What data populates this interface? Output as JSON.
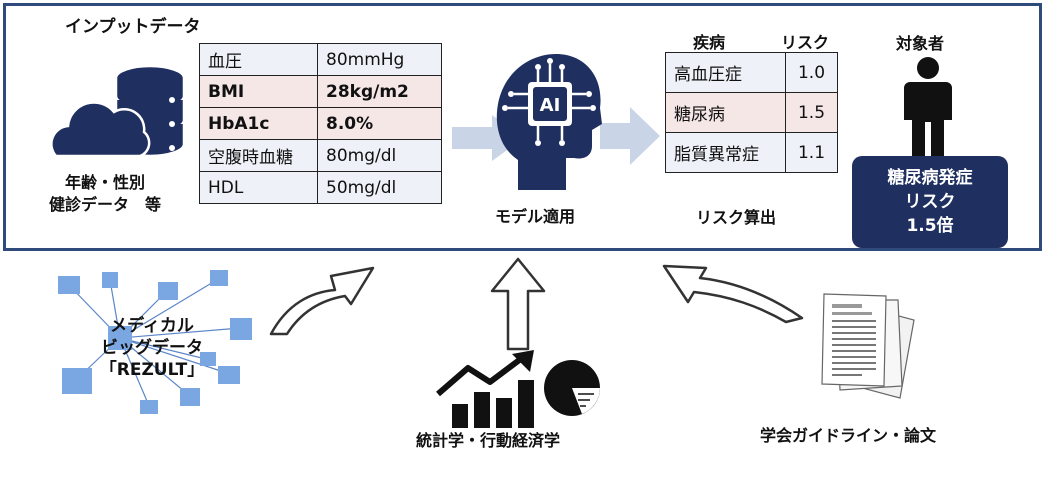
{
  "input": {
    "title": "インプットデータ",
    "source_lines": [
      "年齢・性別",
      "健診データ　等"
    ],
    "rows": [
      {
        "key": "血圧",
        "value": "80mmHg"
      },
      {
        "key": "BMI",
        "value": "28kg/m2"
      },
      {
        "key": "HbA1c",
        "value": "8.0%"
      },
      {
        "key": "空腹時血糖",
        "value": "80mg/dl"
      },
      {
        "key": "HDL",
        "value": "50mg/dl"
      }
    ]
  },
  "model": {
    "ai_badge": "AI",
    "label": "モデル適用"
  },
  "risk": {
    "header_disease": "疾病",
    "header_risk": "リスク",
    "footer": "リスク算出",
    "rows": [
      {
        "disease": "高血圧症",
        "risk": "1.0"
      },
      {
        "disease": "糖尿病",
        "risk": "1.5"
      },
      {
        "disease": "脂質異常症",
        "risk": "1.1"
      }
    ]
  },
  "subject": {
    "title": "対象者",
    "result_lines": [
      "糖尿病発症",
      "リスク",
      "1.5倍"
    ]
  },
  "sources": {
    "bigdata_lines": [
      "メディカル",
      "ビッグデータ",
      "「REZULT」"
    ],
    "stats": "統計学・行動経済学",
    "guidelines": "学会ガイドライン・論文"
  },
  "colors": {
    "frame": "#2f4b7c",
    "navy": "#1f3060",
    "arrow": "#c9d4e6",
    "highlight_row": "#f6e7e7",
    "plain_row": "#eef2f8"
  }
}
